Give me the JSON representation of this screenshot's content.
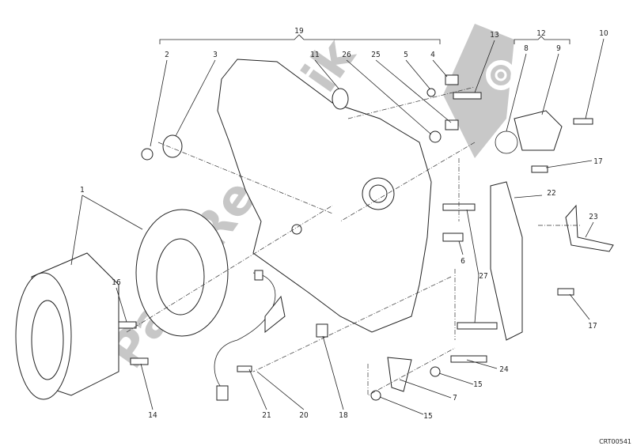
{
  "labels": [
    "19",
    "2",
    "3",
    "11",
    "26",
    "25",
    "5",
    "4",
    "13",
    "12",
    "8",
    "9",
    "10",
    "17",
    "22",
    "23",
    "1",
    "16",
    "6",
    "27",
    "17",
    "24",
    "15",
    "7",
    "15",
    "14",
    "21",
    "20",
    "18"
  ],
  "drawing_code": "CRT00541",
  "watermark": "PartsRepublik",
  "watermark_icon": "gear-icon",
  "colors": {
    "line": "#222222",
    "watermark": "#9a9a9a"
  }
}
